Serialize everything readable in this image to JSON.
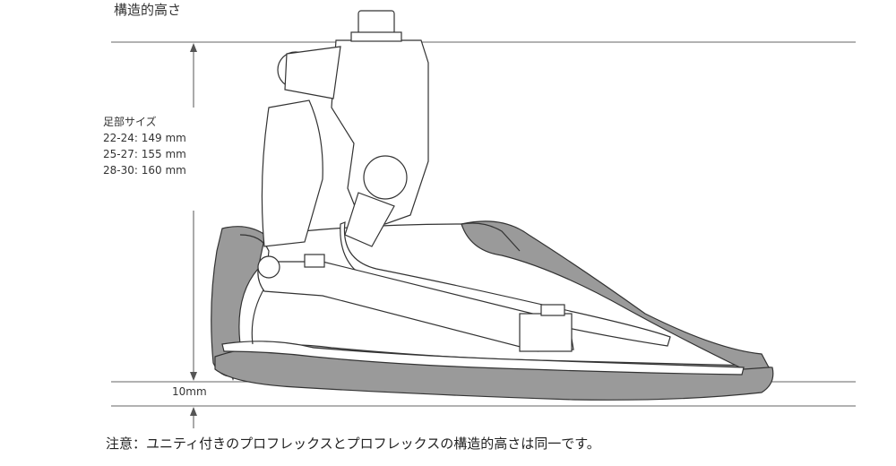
{
  "title": "構造的高さ",
  "foot_size": {
    "heading": "足部サイズ",
    "rows": [
      "22-24: 149 mm",
      "25-27: 155 mm",
      "28-30: 160 mm"
    ]
  },
  "heel_label": "10mm",
  "note": "注意：ユニティ付きのプロフレックスとプロフレックスの構造的高さは同一です。",
  "colors": {
    "line": "#333333",
    "shell_fill": "#9a9a9a",
    "guide": "#555555"
  }
}
